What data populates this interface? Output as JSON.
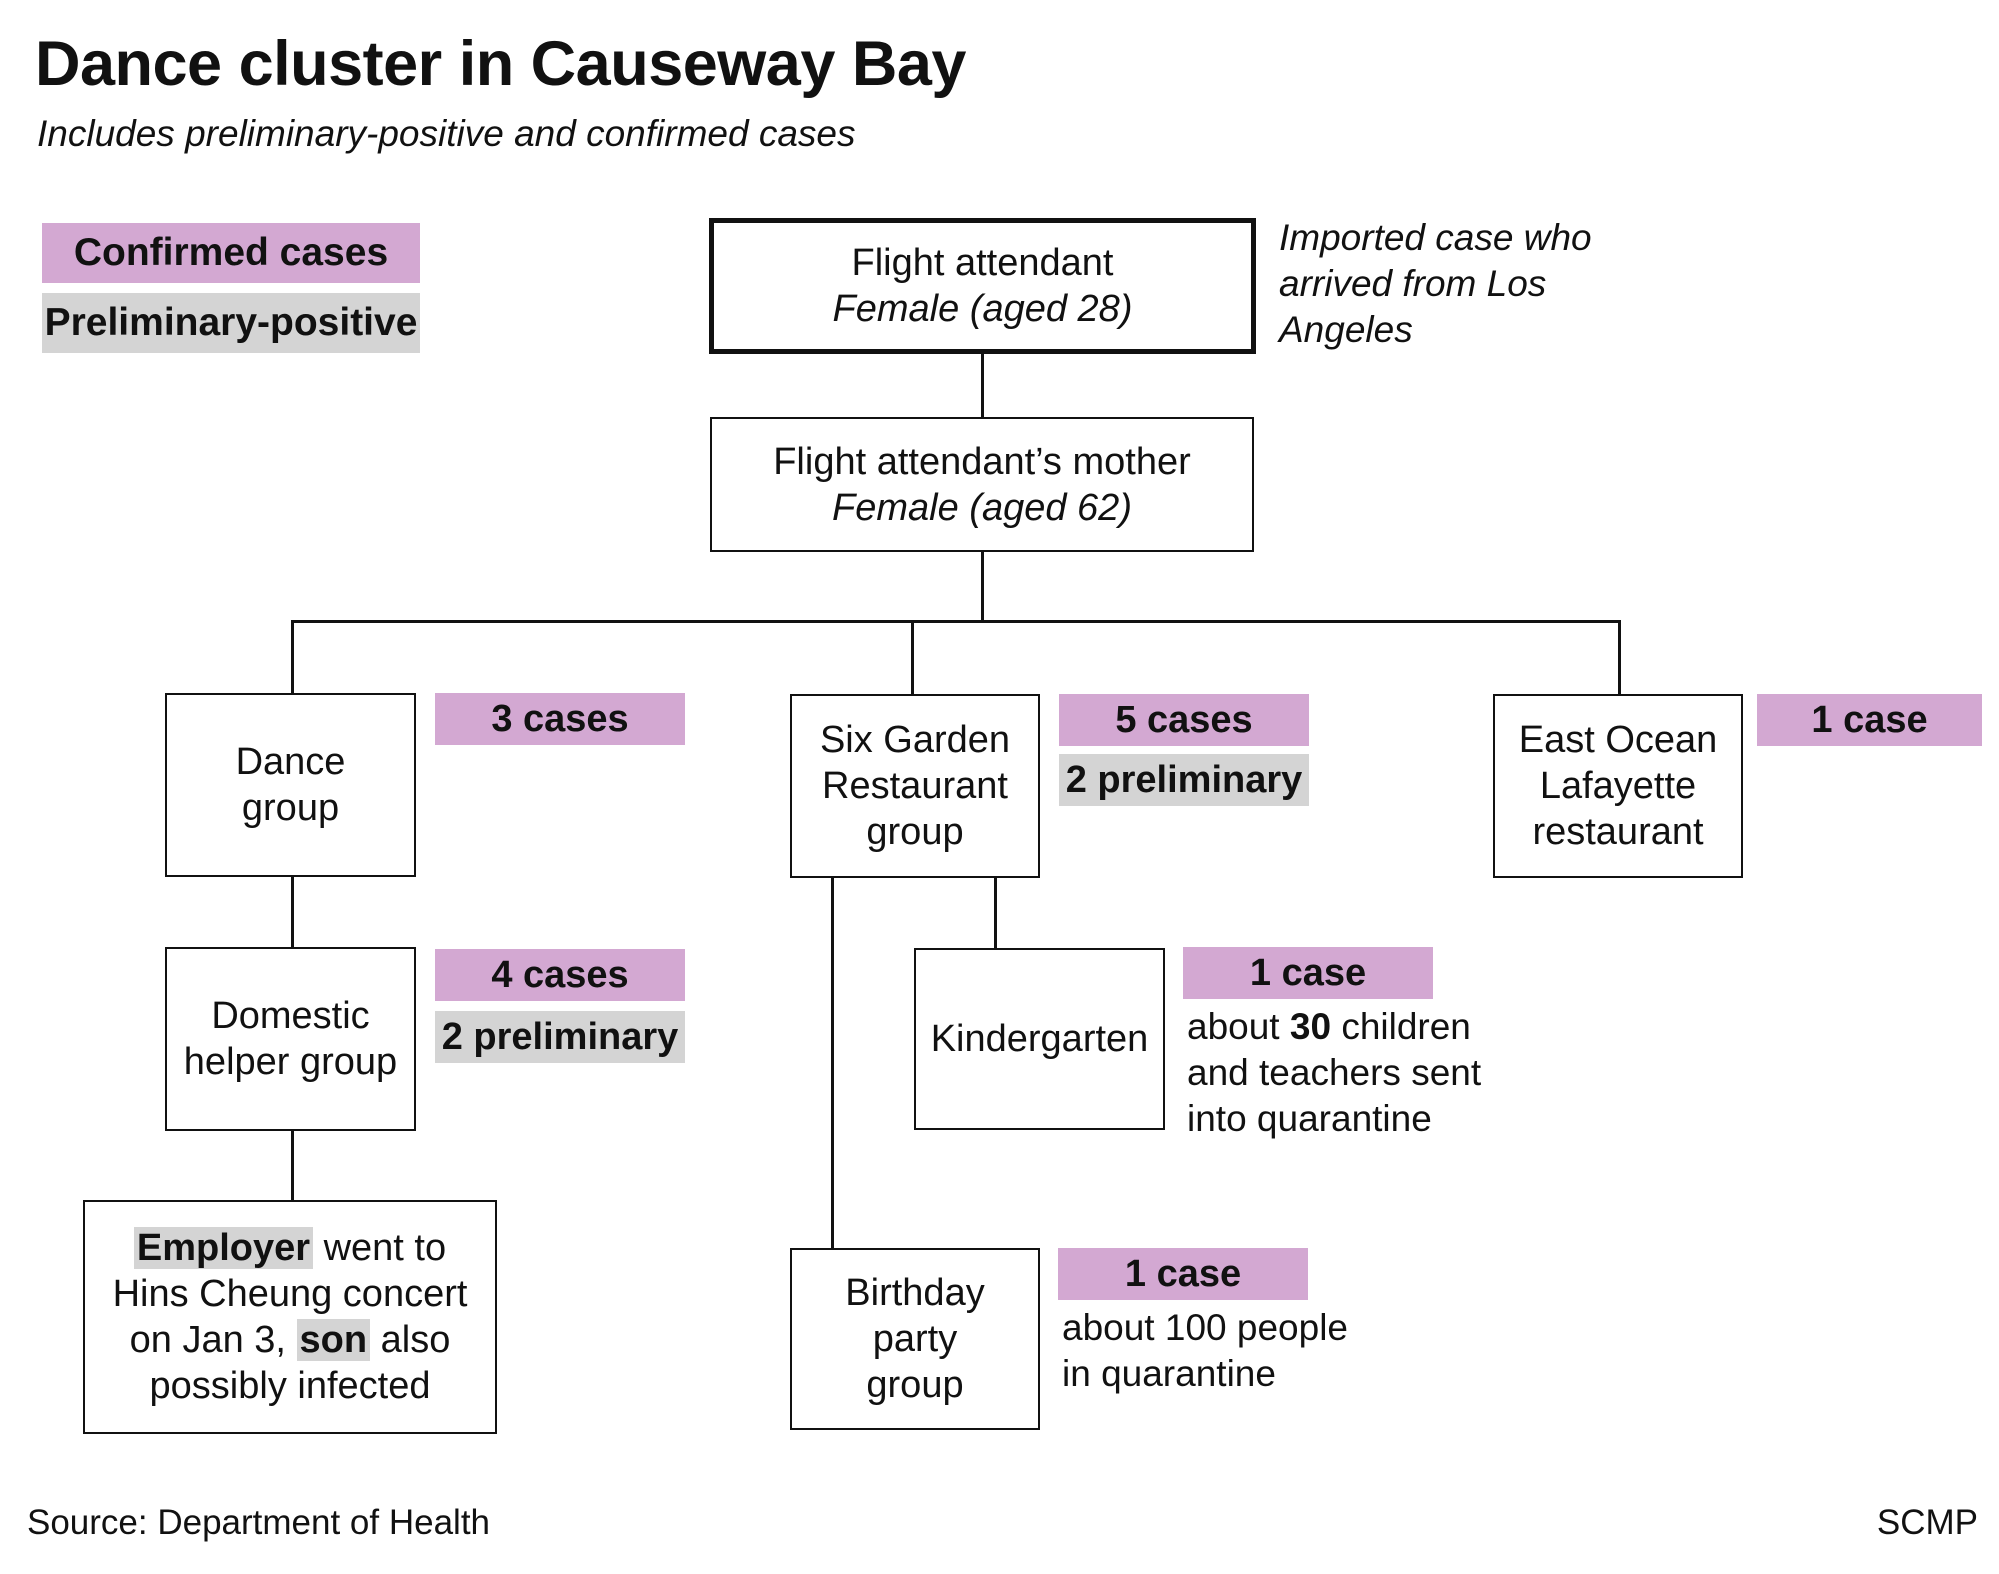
{
  "title": "Dance cluster in Causeway Bay",
  "subtitle": "Includes preliminary-positive and confirmed cases",
  "legend": {
    "confirmed_label": "Confirmed cases",
    "preliminary_label": "Preliminary-positive",
    "confirmed_color": "#d3a8d2",
    "preliminary_color": "#d4d4d4"
  },
  "nodes": {
    "flight_attendant": {
      "line1": "Flight attendant",
      "line2": "Female (aged 28)"
    },
    "flight_attendant_note": {
      "line1": "Imported case who",
      "line2": "arrived from Los",
      "line3": "Angeles"
    },
    "mother": {
      "line1": "Flight attendant’s mother",
      "line2": "Female (aged 62)"
    },
    "dance_group": {
      "line1": "Dance",
      "line2": "group",
      "confirmed": "3 cases"
    },
    "six_garden": {
      "line1": "Six Garden",
      "line2": "Restaurant",
      "line3": "group",
      "confirmed": "5 cases",
      "preliminary": "2 preliminary"
    },
    "east_ocean": {
      "line1": "East Ocean",
      "line2": "Lafayette",
      "line3": "restaurant",
      "confirmed": "1 case"
    },
    "domestic_helper": {
      "line1": "Domestic",
      "line2": "helper group",
      "confirmed": "4 cases",
      "preliminary": "2 preliminary"
    },
    "kindergarten": {
      "label": "Kindergarten",
      "confirmed": "1 case",
      "note_prefix": "about",
      "note_number": "30",
      "note_suffix": "children",
      "note_line2": "and teachers sent",
      "note_line3": "into quarantine"
    },
    "employer": {
      "word1": "Employer",
      "text1": "went to",
      "line2": "Hins Cheung concert",
      "text3": "on Jan 3,",
      "word2": "son",
      "text4": "also",
      "line4": "possibly infected"
    },
    "birthday": {
      "line1": "Birthday",
      "line2": "party",
      "line3": "group",
      "confirmed": "1 case",
      "note_line1": "about 100 people",
      "note_line2": "in quarantine"
    }
  },
  "footer": {
    "source": "Source: Department of Health",
    "credit": "SCMP"
  }
}
